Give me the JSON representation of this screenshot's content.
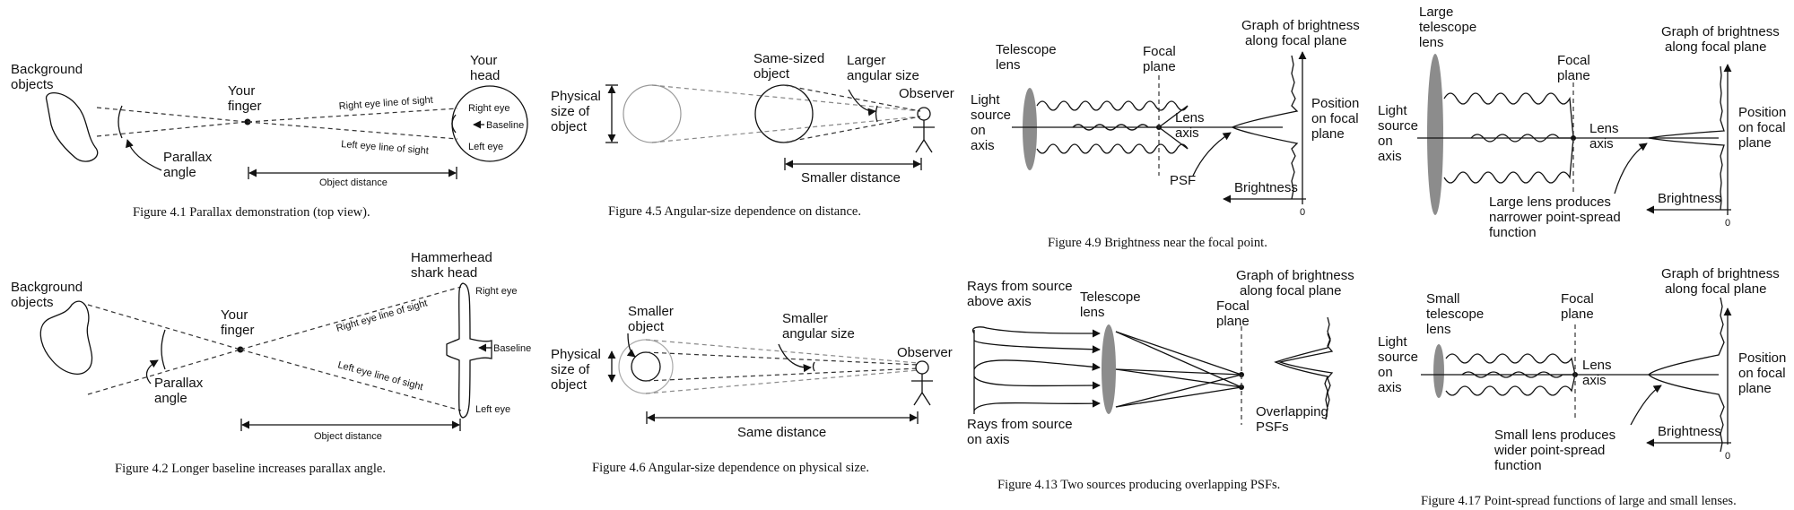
{
  "fig4_1": {
    "background": [
      "Background",
      "objects"
    ],
    "finger": [
      "Your",
      "finger"
    ],
    "head": [
      "Your",
      "head"
    ],
    "right_los": "Right eye line of sight",
    "left_los": "Left eye line of sight",
    "right_eye": "Right eye",
    "baseline": "Baseline",
    "left_eye": "Left eye",
    "parallax": [
      "Parallax",
      "angle"
    ],
    "distance": "Object distance",
    "caption": "Figure 4.1  Parallax demonstration (top view)."
  },
  "fig4_2": {
    "background": [
      "Background",
      "objects"
    ],
    "finger": [
      "Your",
      "finger"
    ],
    "head": [
      "Hammerhead",
      "shark head"
    ],
    "right_los": "Right eye line of sight",
    "left_los": "Left eye line of sight",
    "right_eye": "Right eye",
    "baseline": "Baseline",
    "left_eye": "Left eye",
    "parallax": [
      "Parallax",
      "angle"
    ],
    "distance": "Object distance",
    "caption": "Figure 4.2  Longer baseline increases parallax angle."
  },
  "fig4_5": {
    "physical": [
      "Physical",
      "size of",
      "object"
    ],
    "same": [
      "Same-sized",
      "object"
    ],
    "larger": [
      "Larger",
      "angular size"
    ],
    "observer": "Observer",
    "distance": "Smaller distance",
    "caption": "Figure 4.5  Angular-size dependence on distance."
  },
  "fig4_6": {
    "physical": [
      "Physical",
      "size of",
      "object"
    ],
    "smaller_obj": [
      "Smaller",
      "object"
    ],
    "smaller_ang": [
      "Smaller",
      "angular size"
    ],
    "observer": "Observer",
    "distance": "Same distance",
    "caption": "Figure 4.6  Angular-size dependence on physical size."
  },
  "fig4_9": {
    "telescope": [
      "Telescope",
      "lens"
    ],
    "focal": [
      "Focal",
      "plane"
    ],
    "graph": [
      "Graph of brightness",
      "along focal plane"
    ],
    "light": [
      "Light",
      "source",
      "on",
      "axis"
    ],
    "lens_axis": [
      "Lens",
      "axis"
    ],
    "position": [
      "Position",
      "on focal",
      "plane"
    ],
    "psf": "PSF",
    "brightness": "Brightness",
    "zero": "0",
    "caption": "Figure 4.9  Brightness near the focal point."
  },
  "fig4_13": {
    "rays_above": [
      "Rays from source",
      "above axis"
    ],
    "telescope": [
      "Telescope",
      "lens"
    ],
    "focal": [
      "Focal",
      "plane"
    ],
    "graph": [
      "Graph of brightness",
      "along focal plane"
    ],
    "rays_on": [
      "Rays from source",
      "on axis"
    ],
    "overlap": [
      "Overlapping",
      "PSFs"
    ],
    "caption": "Figure 4.13  Two sources producing overlapping PSFs."
  },
  "fig4_17a": {
    "large": [
      "Large",
      "telescope",
      "lens"
    ],
    "focal": [
      "Focal",
      "plane"
    ],
    "graph": [
      "Graph of brightness",
      "along focal plane"
    ],
    "light": [
      "Light",
      "source",
      "on",
      "axis"
    ],
    "lens_axis": [
      "Lens",
      "axis"
    ],
    "position": [
      "Position",
      "on focal",
      "plane"
    ],
    "note": [
      "Large lens produces",
      "narrower point-spread",
      "function"
    ],
    "brightness": "Brightness",
    "zero": "0"
  },
  "fig4_17b": {
    "small": [
      "Small",
      "telescope",
      "lens"
    ],
    "focal": [
      "Focal",
      "plane"
    ],
    "graph": [
      "Graph of brightness",
      "along focal plane"
    ],
    "light": [
      "Light",
      "source",
      "on",
      "axis"
    ],
    "lens_axis": [
      "Lens",
      "axis"
    ],
    "position": [
      "Position",
      "on focal",
      "plane"
    ],
    "note": [
      "Small lens produces",
      "wider point-spread",
      "function"
    ],
    "brightness": "Brightness",
    "zero": "0",
    "caption": "Figure 4.17  Point-spread functions of large and small lenses."
  },
  "colors": {
    "ink": "#111111",
    "lens": "#8c8c8c",
    "guide": "#888888"
  }
}
